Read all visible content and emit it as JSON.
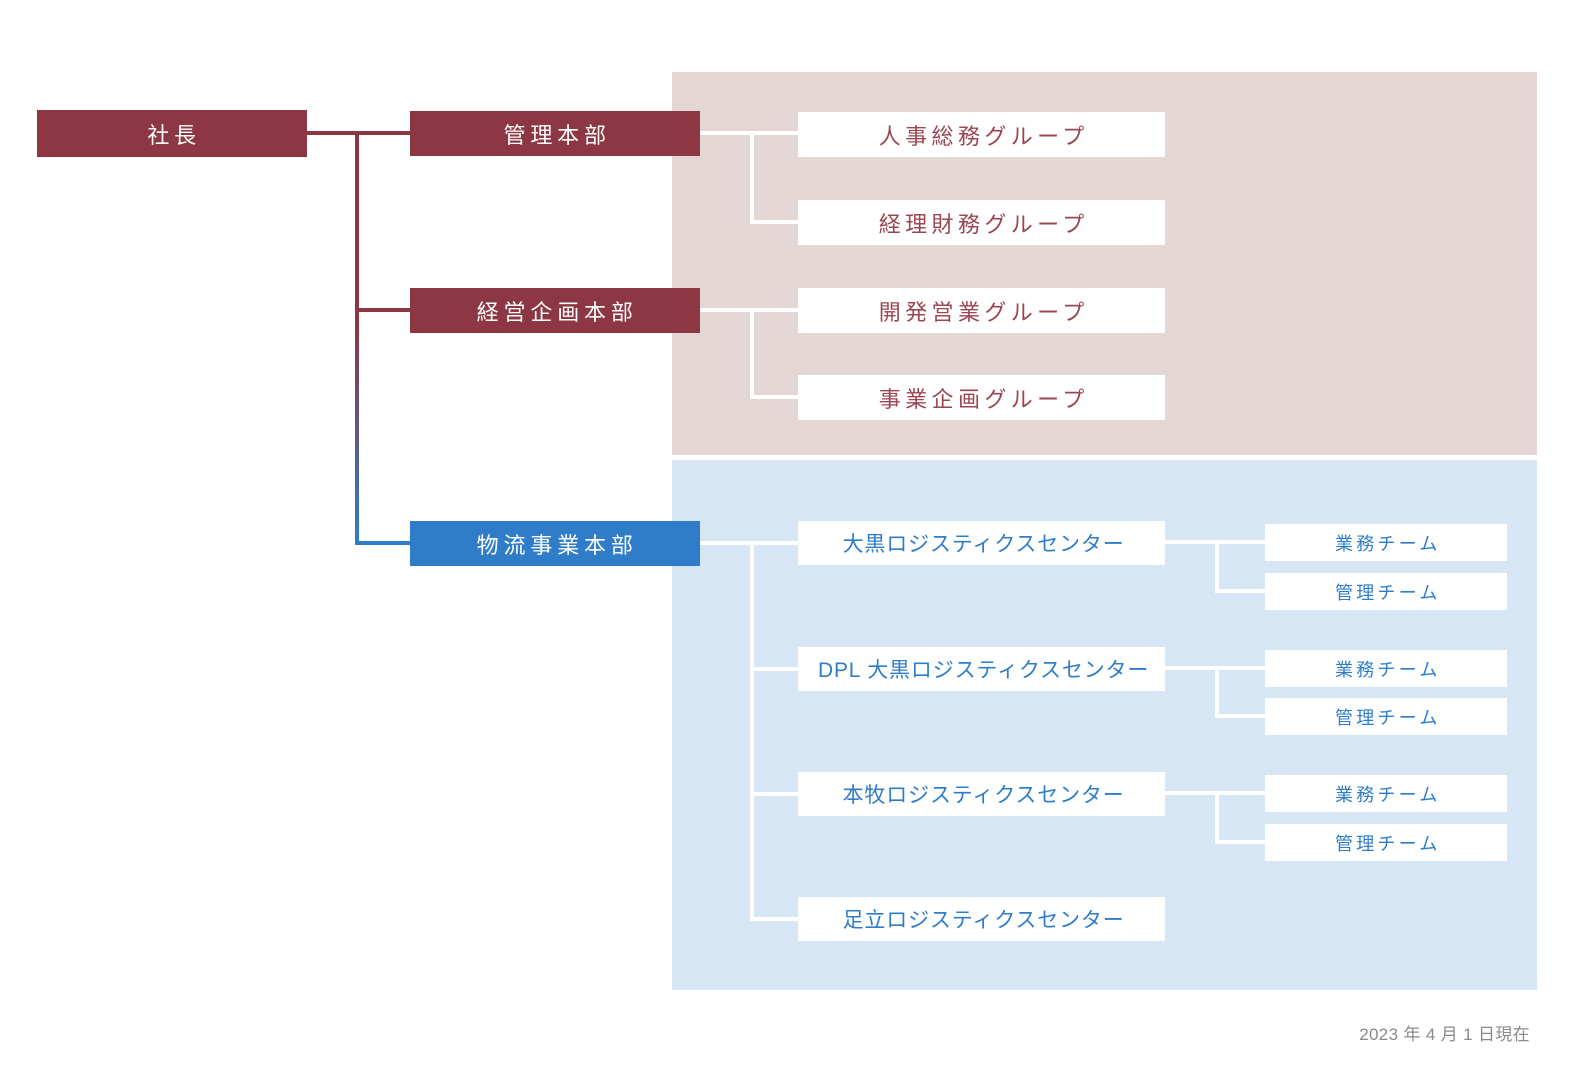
{
  "colors": {
    "maroon": "#8e3744",
    "maroon_text": "#9c4653",
    "blue": "#2f7dc9",
    "pink_background": "#e5d6d6",
    "blue_background": "#d7e6f4",
    "connector_white": "#ffffff",
    "footer_text": "#8a8a8a"
  },
  "root": {
    "label": "社長"
  },
  "divisions": [
    {
      "label": "管理本部",
      "groups": [
        {
          "label": "人事総務グループ"
        },
        {
          "label": "経理財務グループ"
        }
      ]
    },
    {
      "label": "経営企画本部",
      "groups": [
        {
          "label": "開発営業グループ"
        },
        {
          "label": "事業企画グループ"
        }
      ]
    },
    {
      "label": "物流事業本部",
      "centers": [
        {
          "label": "大黒ロジスティクスセンター",
          "teams": [
            "業務チーム",
            "管理チーム"
          ]
        },
        {
          "label": "DPL 大黒ロジスティクスセンター",
          "teams": [
            "業務チーム",
            "管理チーム"
          ]
        },
        {
          "label": "本牧ロジスティクスセンター",
          "teams": [
            "業務チーム",
            "管理チーム"
          ]
        },
        {
          "label": "足立ロジスティクスセンター",
          "teams": []
        }
      ]
    }
  ],
  "footer": {
    "as_of": "2023 年 4 月 1 日現在"
  }
}
